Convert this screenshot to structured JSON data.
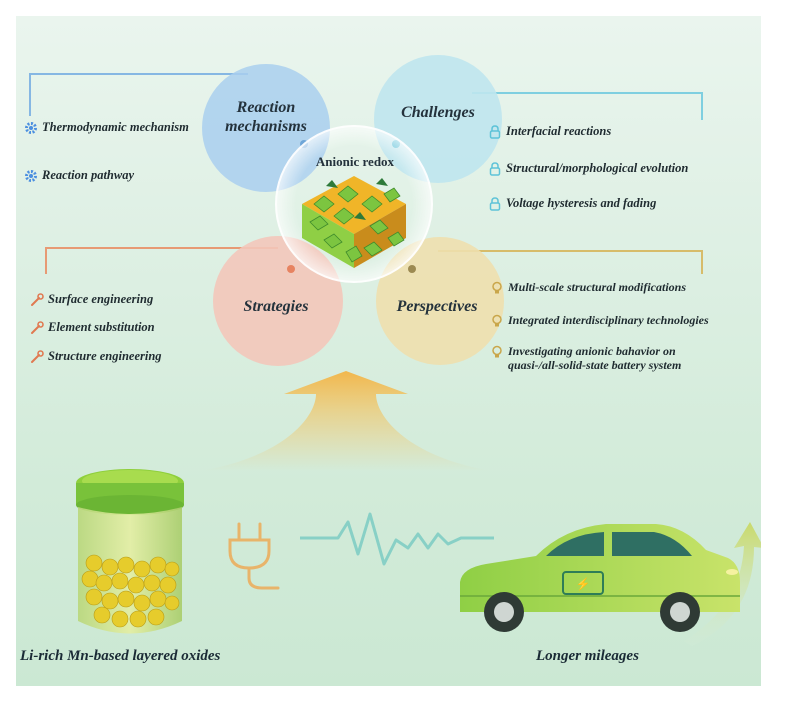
{
  "center": {
    "label": "Anionic redox"
  },
  "quadrants": {
    "reaction": {
      "title": "Reaction mechanisms",
      "title_line1": "Reaction",
      "title_line2": "mechanisms",
      "items": [
        "Thermodynamic mechanism",
        "Reaction pathway"
      ]
    },
    "challenges": {
      "title": "Challenges",
      "items": [
        "Interfacial reactions",
        "Structural/morphological evolution",
        "Voltage hysteresis and fading"
      ]
    },
    "strategies": {
      "title": "Strategies",
      "items": [
        "Surface engineering",
        "Element substitution",
        "Structure engineering"
      ]
    },
    "perspectives": {
      "title": "Perspectives",
      "items": [
        "Multi-scale structural modifications",
        "Integrated interdisciplinary technologies",
        "Investigating anionic bahavior on quasi-/all-solid-state battery system"
      ],
      "item3_line1": "Investigating anionic bahavior on",
      "item3_line2": "quasi-/all-solid-state battery system"
    }
  },
  "bottom": {
    "left_caption": "Li-rich Mn-based layered oxides",
    "right_caption": "Longer mileages"
  },
  "colors": {
    "reaction": "#a9cfee",
    "challenges": "#bfe6ee",
    "strategies": "#f3c7ba",
    "perspectives": "#eedfae",
    "line_blue": "#86b7e3",
    "line_cyan": "#7fcfe0",
    "line_orange": "#e79a74",
    "line_gold": "#d7bc6a",
    "car": "#9fd44e",
    "arrow": "#f3b94a"
  },
  "icons": {
    "reaction": "gear-icon",
    "challenges": "lock-icon",
    "strategies": "wrench-icon",
    "perspectives": "lightbulb-icon",
    "plug": "plug-icon",
    "wave": "signal-wave-icon",
    "battery": "battery-icon"
  }
}
